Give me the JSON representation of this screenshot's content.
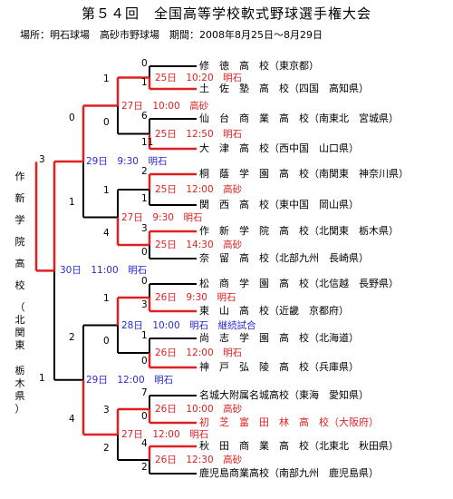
{
  "title": "第５４回　全国高等学校軟式野球選手権大会",
  "subtitle": "場所：明石球場　高砂市野球場　期間：2008年8月25日～8月29日",
  "champion": [
    "作",
    "新",
    "学",
    "院",
    "高",
    "校",
    "（",
    "北",
    "関",
    "東",
    "　",
    "栃",
    "木",
    "県",
    "）"
  ],
  "teams": [
    {
      "name": "修　徳　高　校（東京都）",
      "winner": false
    },
    {
      "name": "土　佐　塾　高　校（四国　高知県）",
      "winner": false
    },
    {
      "name": "仙　台　商　業　高　校（南東北　宮城県）",
      "winner": false
    },
    {
      "name": "大　津　高　校（西中国　山口県）",
      "winner": false
    },
    {
      "name": "桐　蔭　学　園　高　校（南関東　神奈川県）",
      "winner": false
    },
    {
      "name": "関　西　高　校（東中国　岡山県）",
      "winner": false
    },
    {
      "name": "作　新　学　院　高　校（北関東　栃木県）",
      "winner": false
    },
    {
      "name": "奈　留　高　校（北部九州　長崎県）",
      "winner": false
    },
    {
      "name": "松　商　学　園　高　校（北信越　長野県）",
      "winner": false
    },
    {
      "name": "東　山　高　校（近畿　京都府）",
      "winner": false
    },
    {
      "name": "尚　志　学　園　高　校（北海道）",
      "winner": false
    },
    {
      "name": "神　戸　弘　陵　高　校（兵庫県）",
      "winner": false
    },
    {
      "name": "名城大附属名城高校（東海　愛知県）",
      "winner": false
    },
    {
      "name": "初　芝　富　田　林　高　校（大阪府）",
      "winner": true
    },
    {
      "name": "秋　田　商　業　高　校（北東北　秋田県）",
      "winner": false
    },
    {
      "name": "鹿児島商業高校（南部九州　鹿児島県）",
      "winner": false
    }
  ],
  "matches": {
    "r1": [
      "25日　10:20　明石",
      "25日　12:50　明石",
      "25日　12:00　高砂",
      "25日　14:30　高砂",
      "26日　9:30　明石",
      "26日　12:00　明石",
      "26日　10:00　高砂",
      "26日　12:30　高砂"
    ],
    "r2": [
      "27日　10:00　高砂",
      "27日　9:30　明石",
      "28日　10:00　明石　継続試合",
      "27日　12:00　明石"
    ],
    "sf": [
      "29日　9:30　明石",
      "29日　12:00　明石"
    ],
    "final": "30日　11:00　明石"
  },
  "scores": {
    "r1": [
      [
        "0",
        "1"
      ],
      [
        "6",
        "11"
      ],
      [
        "2",
        "1"
      ],
      [
        "3",
        "0"
      ],
      [
        "0",
        "3"
      ],
      [
        "1",
        "0"
      ],
      [
        "7",
        "0"
      ],
      [
        "4",
        "2"
      ]
    ],
    "r2": [
      [
        "1",
        "0"
      ],
      [
        "1",
        "4"
      ],
      [
        "1",
        "0"
      ],
      [
        "3",
        "2"
      ]
    ],
    "sf": [
      [
        "0",
        "1"
      ],
      [
        "2",
        "4"
      ]
    ],
    "final": [
      "3",
      "1"
    ]
  }
}
